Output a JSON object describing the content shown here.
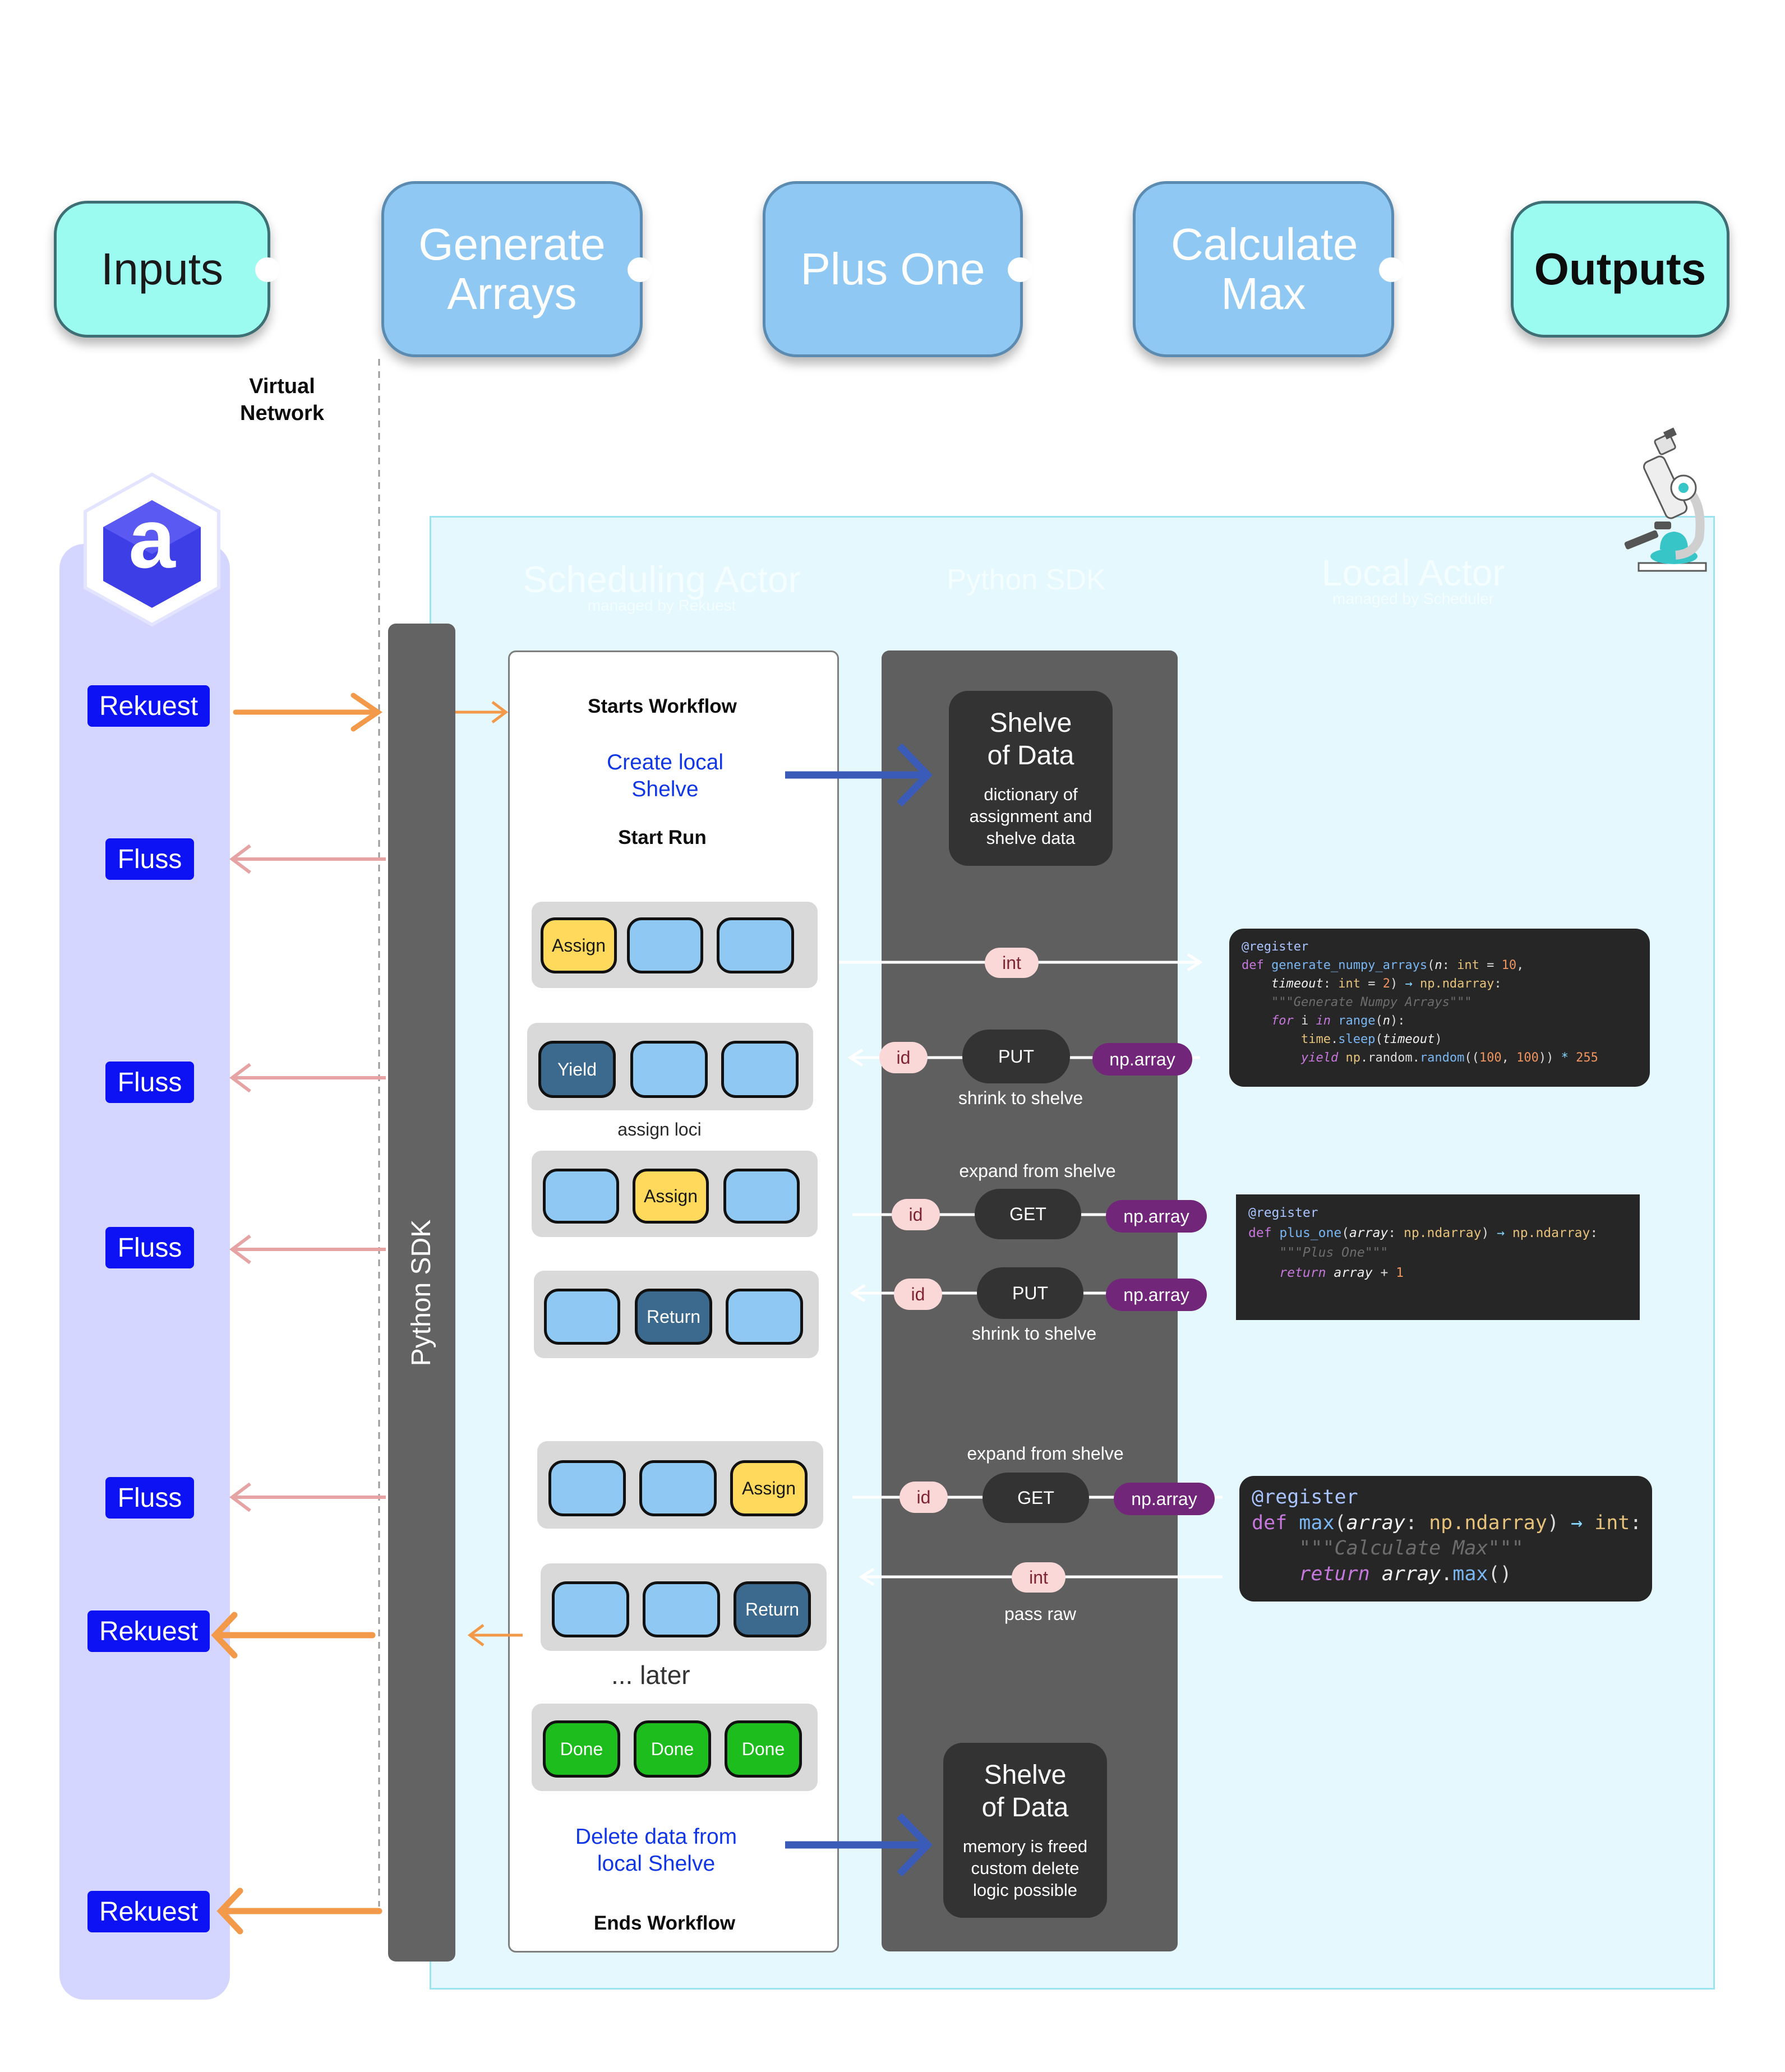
{
  "workflow_nodes": {
    "inputs": "Inputs",
    "generate_arrays": "Generate Arrays",
    "plus_one": "Plus One",
    "calculate_max": "Calculate Max",
    "outputs": "Outputs"
  },
  "virtual_network": "Virtual Network",
  "left_buttons": {
    "rekuest_1": "Rekuest",
    "fluss_1": "Fluss",
    "fluss_2": "Fluss",
    "fluss_3": "Fluss",
    "fluss_4": "Fluss",
    "rekuest_2": "Rekuest",
    "rekuest_3": "Rekuest"
  },
  "logo_letter": "a",
  "ghost_labels": {
    "scheduling_actor": "Scheduling Actor",
    "scheduling_actor_sub": "managed by Rekuest",
    "python_sdk": "Python SDK",
    "local_actor": "Local Actor",
    "local_actor_sub": "managed by Scheduler"
  },
  "python_sdk_label": "Python SDK",
  "workflow": {
    "starts": "Starts Workflow",
    "create_shelve": "Create local Shelve",
    "start_run": "Start Run",
    "assign_loci": "assign loci",
    "later": "... later",
    "delete_data": "Delete data from local Shelve",
    "ends": "Ends Workflow"
  },
  "boxes": {
    "assign": "Assign",
    "yield": "Yield",
    "return": "Return",
    "done": "Done"
  },
  "shelve_top": {
    "title": "Shelve of Data",
    "desc": "dictionary of assignment and shelve data"
  },
  "shelve_bottom": {
    "title": "Shelve of Data",
    "desc": "memory is freed custom delete logic possible"
  },
  "pills": {
    "int": "int",
    "id": "id",
    "put": "PUT",
    "get": "GET",
    "nparray": "np.array"
  },
  "captions": {
    "shrink": "shrink to shelve",
    "expand": "expand from shelve",
    "pass_raw": "pass raw"
  },
  "colors": {
    "node_io": "#9cfbf0",
    "node_fn": "#8fc9f3",
    "rekuest_blue": "#0c12f4",
    "left_column": "#d4d6ff",
    "region": "#e4f8fd",
    "orange_arrow": "#f29a4a",
    "pink_arrow": "#e6a3a3",
    "blue_arrow": "#3b5bb8",
    "assign": "#fed95c",
    "yield_return": "#3c6a8e",
    "done": "#1dbd1d"
  },
  "icons": [
    "arkitekt-logo-icon",
    "microscope-icon"
  ]
}
